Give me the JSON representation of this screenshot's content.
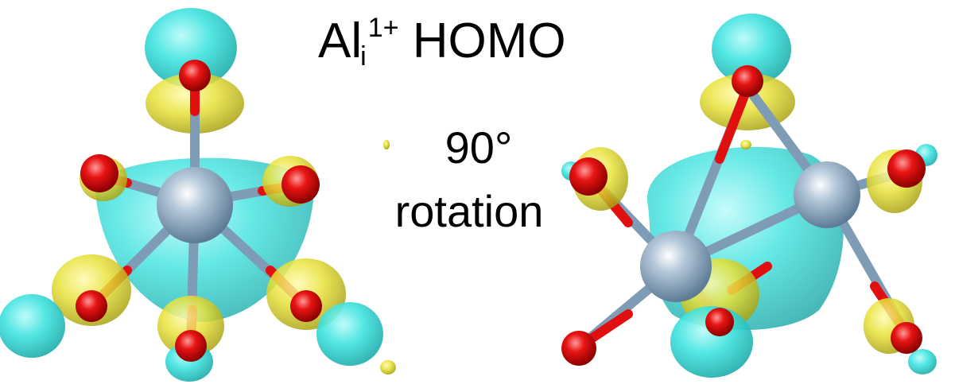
{
  "title": {
    "main": "Al",
    "subscript": "i",
    "superscript": "1+",
    "suffix": "HOMO"
  },
  "annotation": {
    "angle": "90°",
    "label": "rotation"
  },
  "colors": {
    "lobe_cyan": "#3fe3e0",
    "lobe_yellow": "#e8e23a",
    "atom_al": "#8fa9c0",
    "atom_o": "#e01010",
    "bond": "#7e9cb6"
  }
}
